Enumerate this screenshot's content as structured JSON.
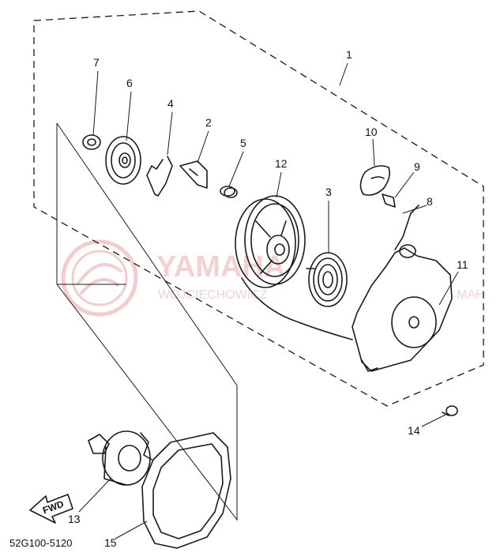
{
  "diagram": {
    "part_code": "52G100-5120",
    "direction_label": "FWD",
    "callouts": [
      "1",
      "2",
      "3",
      "4",
      "5",
      "6",
      "7",
      "8",
      "9",
      "10",
      "11",
      "12",
      "13",
      "14",
      "15"
    ],
    "watermark": {
      "title": "YAMAHA",
      "subtitle": "WOJCIECHOWICZ",
      "subtitle_right": "MAH",
      "color": "#e89a9a"
    }
  }
}
